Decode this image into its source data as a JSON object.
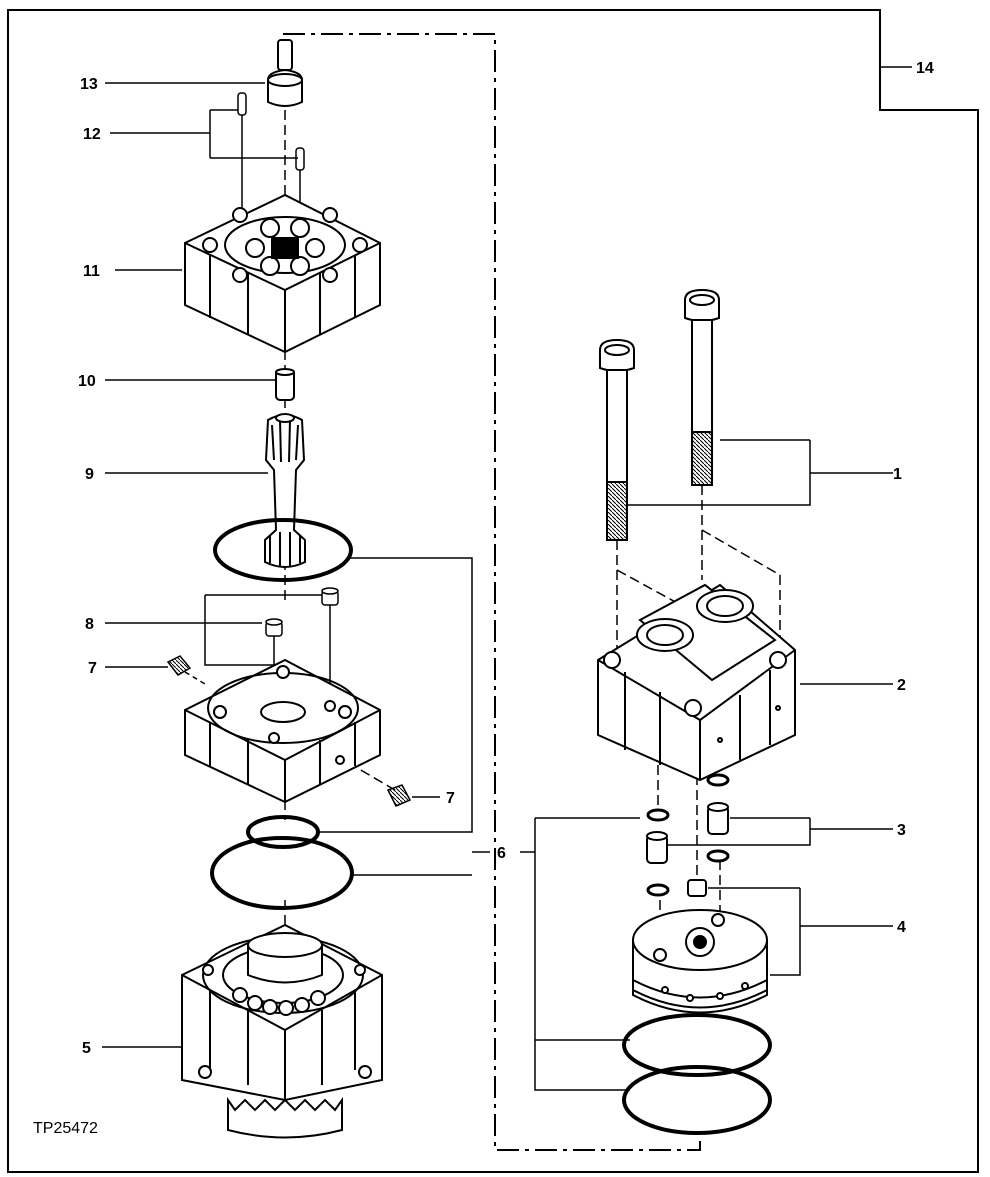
{
  "figure_id": "TP25472",
  "callouts": {
    "c1": "1",
    "c2": "2",
    "c3": "3",
    "c4": "4",
    "c5": "5",
    "c6": "6",
    "c7a": "7",
    "c7b": "7",
    "c8": "8",
    "c9": "9",
    "c10": "10",
    "c11": "11",
    "c12": "12",
    "c13": "13",
    "c14": "14"
  }
}
